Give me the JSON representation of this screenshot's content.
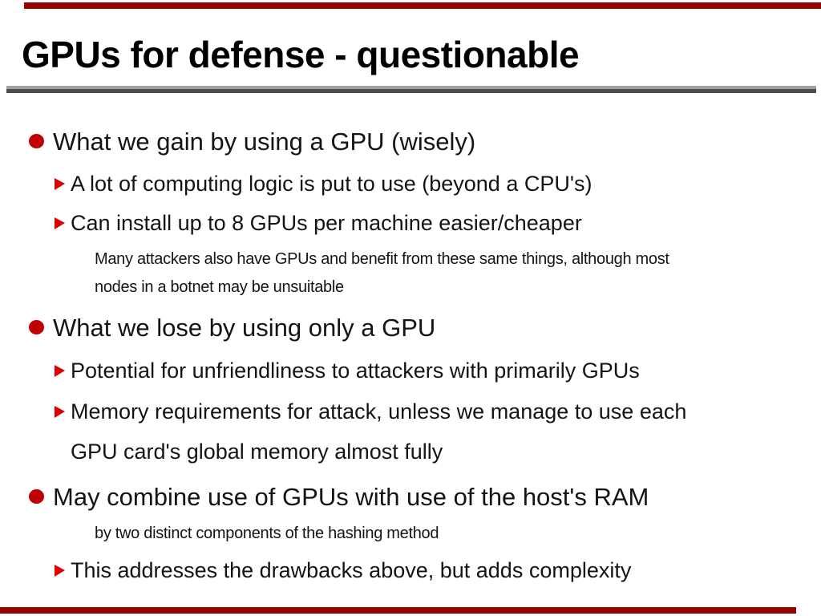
{
  "slide": {
    "title": "GPUs for defense - questionable",
    "items": [
      {
        "type": "bullet",
        "level": 1,
        "text": "What we gain by using a GPU (wisely)"
      },
      {
        "type": "bullet",
        "level": 2,
        "text": "A lot of computing logic is put to use (beyond a CPU's)"
      },
      {
        "type": "bullet",
        "level": 2,
        "text": "Can install up to 8 GPUs per machine easier/cheaper"
      },
      {
        "type": "note",
        "level": 3,
        "text": "Many attackers also have GPUs and benefit from these same things, although most"
      },
      {
        "type": "note",
        "level": 3,
        "text": "nodes in a botnet may be unsuitable"
      },
      {
        "type": "bullet",
        "level": 1,
        "text": "What we lose by using only a GPU"
      },
      {
        "type": "bullet",
        "level": 2,
        "text": "Potential for unfriendliness to attackers with primarily GPUs"
      },
      {
        "type": "bullet",
        "level": 2,
        "text": "Memory requirements for attack, unless we manage to use each"
      },
      {
        "type": "continuation",
        "level": 2,
        "text": "GPU card's global memory almost fully"
      },
      {
        "type": "bullet",
        "level": 1,
        "text": "May combine use of GPUs with use of the host's RAM"
      },
      {
        "type": "note",
        "level": 3,
        "text": "by two distinct components of the hashing method"
      },
      {
        "type": "bullet",
        "level": 2,
        "text": "This addresses the drawbacks above, but adds complexity"
      }
    ]
  },
  "colors": {
    "bar_red": "#9b0000",
    "bullet_ball_red": "#c00000",
    "bullet_triangle_red": "#dd0000",
    "rule_light_gray": "#a0a0a0",
    "rule_dark_gray": "#4d4d4d",
    "text_black": "#141414",
    "background": "#ffffff"
  }
}
